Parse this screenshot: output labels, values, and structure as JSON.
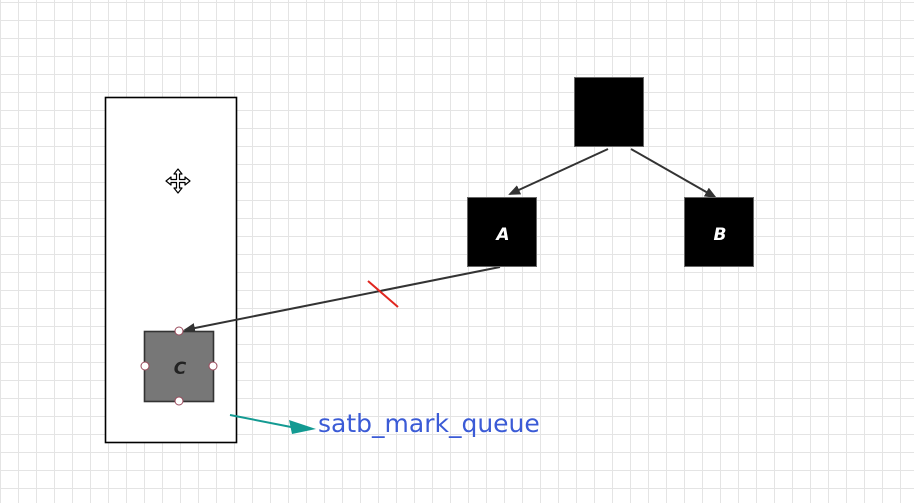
{
  "nodes": {
    "root": {
      "label": "",
      "fill": "#000000"
    },
    "a": {
      "label": "A",
      "fill": "#000000",
      "label_color": "#ffffff"
    },
    "b": {
      "label": "B",
      "fill": "#000000",
      "label_color": "#ffffff"
    },
    "c": {
      "label": "C",
      "fill": "#777777",
      "label_color": "#222222",
      "selected": true
    }
  },
  "edges": [
    {
      "from": "root",
      "to": "a"
    },
    {
      "from": "root",
      "to": "b"
    },
    {
      "from": "a",
      "to": "c",
      "cut": true
    }
  ],
  "queue_label": {
    "text": "satb_mark_queue",
    "color": "#3b5bd6",
    "arrow_color": "#139a92"
  },
  "colors": {
    "cut_mark": "#e0261f",
    "edge": "#333333",
    "container_border": "#000000"
  },
  "icons": {
    "move": "move-cursor-icon"
  }
}
